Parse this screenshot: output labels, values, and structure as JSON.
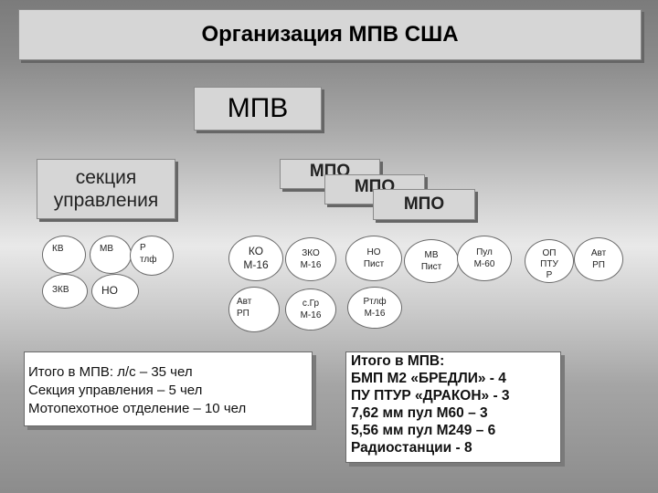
{
  "title": "Организация МПВ США",
  "mpv": "МПВ",
  "section": "секция\nуправления",
  "mpo": [
    "МПО",
    "МПО",
    "МПО"
  ],
  "section_units": {
    "kv": "КВ",
    "mv": "МВ",
    "r_tlf": "Р\nтлф",
    "zkv": "ЗКВ",
    "no": "НО"
  },
  "squad_units": {
    "ko": "КО\nМ-16",
    "zko": "ЗКО\nМ-16",
    "no_pist": "НО\nПист",
    "mv_pist": "МВ\nПист",
    "pul_m60": "Пул\nМ-60",
    "op_ptur": "ОП\nПТУ\nР",
    "avt_rp_1": "Авт\nРП",
    "avt_rp_2": "Авт\nРП",
    "sgr_m16": "с.Гр\nМ-16",
    "rtlf_m16": "Ртлф\nМ-16"
  },
  "totals_left": [
    "Итого в МПВ: л/с – 35 чел",
    "Секция управления – 5 чел",
    "Мотопехотное отделение – 10 чел"
  ],
  "totals_right": [
    "Итого в МПВ:",
    "БМП М2 «БРЕДЛИ» - 4",
    "ПУ ПТУР «ДРАКОН» - 3",
    "7,62 мм пул М60 – 3",
    "5,56 мм пул М249 – 6",
    "Радиостанции - 8"
  ]
}
